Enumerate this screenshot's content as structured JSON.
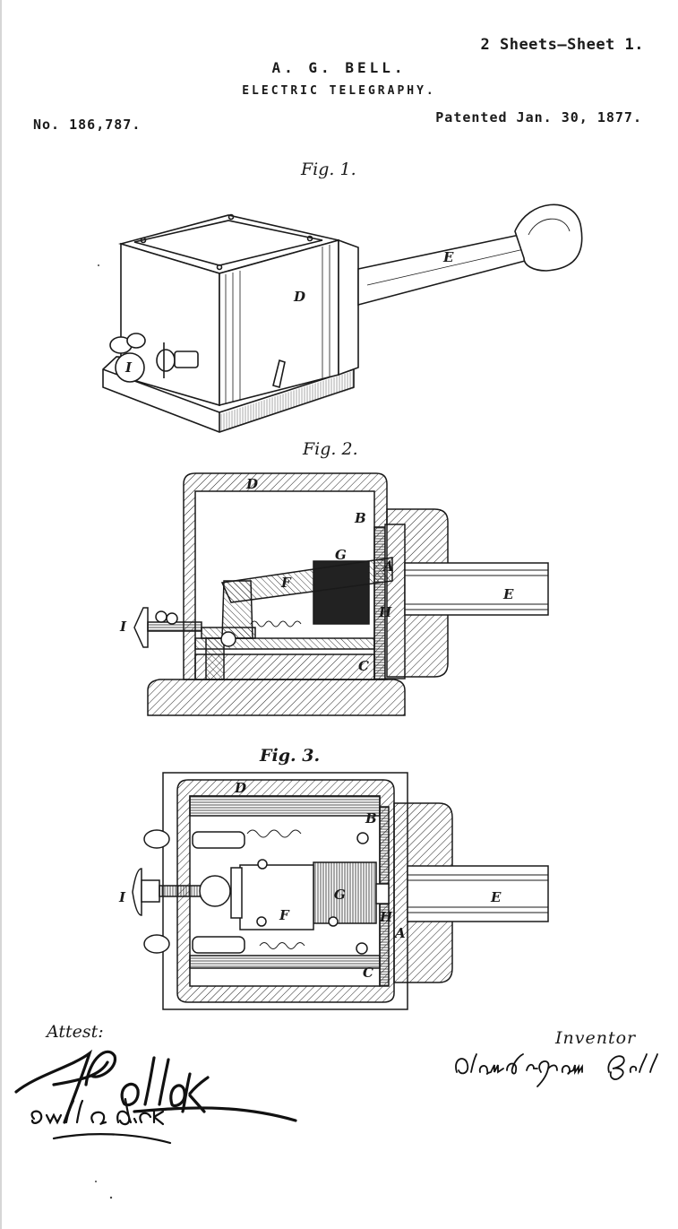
{
  "header": {
    "sheet": "2 Sheets—Sheet 1.",
    "author": "A. G. BELL.",
    "title": "ELECTRIC TELEGRAPHY.",
    "patent_number": "No. 186,787.",
    "patent_date": "Patented Jan. 30, 1877."
  },
  "figures": [
    {
      "label": "Fig. 1.",
      "letters": {
        "d": "D",
        "e": "E",
        "i": "I"
      }
    },
    {
      "label": "Fig. 2.",
      "letters": {
        "d": "D",
        "b": "B",
        "g": "G",
        "a": "A",
        "f": "F",
        "e": "E",
        "h": "H",
        "i": "I",
        "c": "C"
      }
    },
    {
      "label": "Fig. 3.",
      "letters": {
        "d": "D",
        "b": "B",
        "g": "G",
        "i": "I",
        "f": "F",
        "h": "H",
        "a": "A",
        "c": "C",
        "e": "E"
      }
    }
  ],
  "footer": {
    "attest_label": "Attest:",
    "inventor_label": "Inventor",
    "witness_signature_1": "A. Pollok",
    "witness_signature_2": "Ewell A. Dick",
    "inventor_signature": "Alexander Graham Bell"
  }
}
